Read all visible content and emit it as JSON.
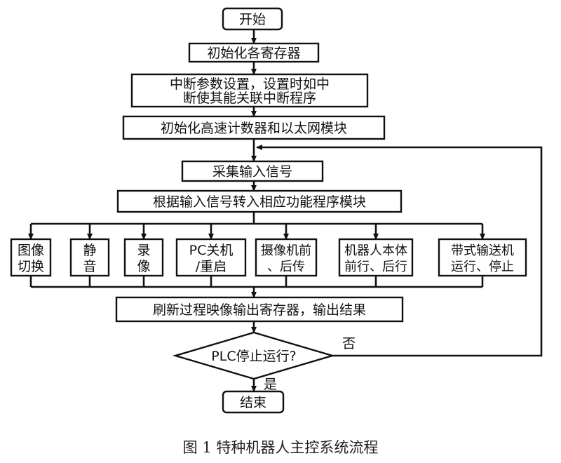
{
  "flowchart": {
    "start": "开始",
    "init_registers": "初始化各寄存器",
    "interrupt_setup": [
      "中断参数设置，设置时如中",
      "断使其能关联中断程序"
    ],
    "init_counter_ethernet": "初始化高速计数器和以太网模块",
    "collect_input": "采集输入信号",
    "dispatch": "根据输入信号转入相应功能程序模块",
    "modules": [
      [
        "图像",
        "切换"
      ],
      [
        "静",
        "音"
      ],
      [
        "录",
        "像"
      ],
      [
        "PC关机",
        "/重启"
      ],
      [
        "摄像机前",
        "、后传"
      ],
      [
        "机器人本体",
        "前行、后行"
      ],
      [
        "带式输送机",
        "运行、停止"
      ]
    ],
    "refresh_output": "刷新过程映像输出寄存器，输出结果",
    "decision": "PLC停止运行?",
    "no_label": "否",
    "yes_label": "是",
    "end": "结束"
  },
  "caption": "图 1 特种机器人主控系统流程"
}
